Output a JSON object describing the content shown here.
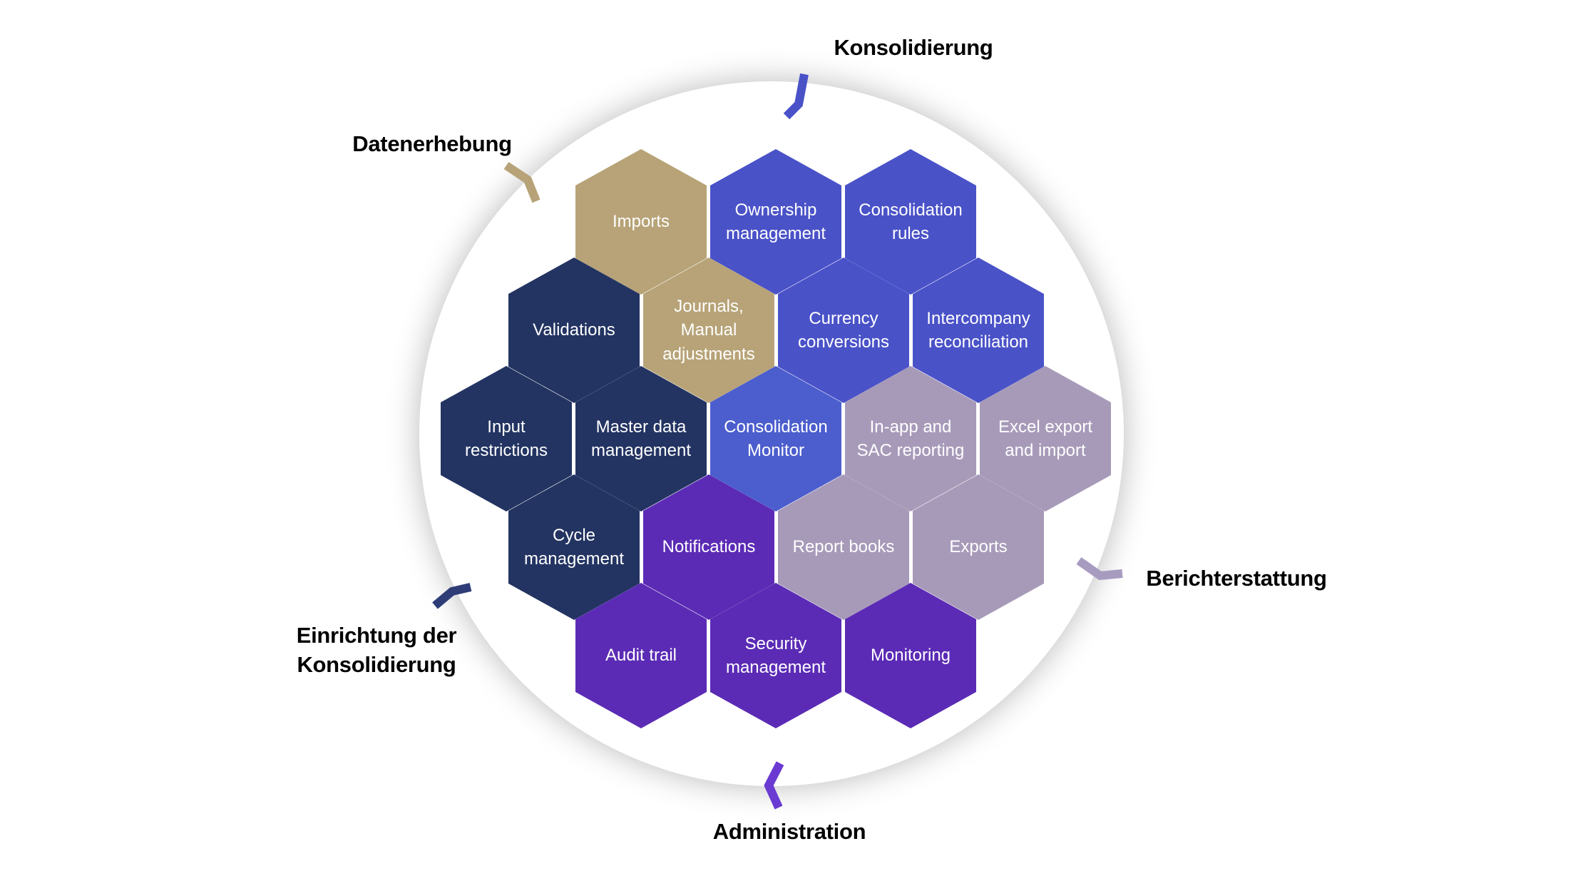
{
  "diagram": {
    "background": "#ffffff",
    "circle_fill": "#ffffff",
    "palette": {
      "gold": "#b7a377",
      "blue": "#4a52c8",
      "blue_light": "#4c5ecd",
      "navy": "#233462",
      "mauve": "#a79ab9",
      "purple": "#5b2bb5",
      "hex_text": "#ffffff",
      "label_text": "#000000"
    },
    "categories": [
      {
        "label": "Konsolidierung",
        "tick_color": "#4a52c8"
      },
      {
        "label": "Datenerhebung",
        "tick_color": "#b7a377"
      },
      {
        "label": "Einrichtung der Konsolidierung",
        "tick_color": "#2e3d77"
      },
      {
        "label": "Administration",
        "tick_color": "#6a3ad2"
      },
      {
        "label": "Berichterstattung",
        "tick_color": "#a89bc0"
      }
    ],
    "hexagons": [
      {
        "label": "Imports",
        "color": "gold"
      },
      {
        "label": "Ownership management",
        "color": "blue"
      },
      {
        "label": "Consolidation rules",
        "color": "blue"
      },
      {
        "label": "Validations",
        "color": "navy"
      },
      {
        "label": "Journals, Manual adjustments",
        "color": "gold"
      },
      {
        "label": "Currency conversions",
        "color": "blue"
      },
      {
        "label": "Intercompany reconciliation",
        "color": "blue"
      },
      {
        "label": "Input restrictions",
        "color": "navy"
      },
      {
        "label": "Master data management",
        "color": "navy"
      },
      {
        "label": "Consolidation Monitor",
        "color": "blue_light"
      },
      {
        "label": "In-app and SAC reporting",
        "color": "mauve"
      },
      {
        "label": "Excel export and import",
        "color": "mauve"
      },
      {
        "label": "Cycle management",
        "color": "navy"
      },
      {
        "label": "Notifications",
        "color": "purple"
      },
      {
        "label": "Report books",
        "color": "mauve"
      },
      {
        "label": "Exports",
        "color": "mauve"
      },
      {
        "label": "Audit trail",
        "color": "purple"
      },
      {
        "label": "Security management",
        "color": "purple"
      },
      {
        "label": "Monitoring",
        "color": "purple"
      }
    ]
  }
}
